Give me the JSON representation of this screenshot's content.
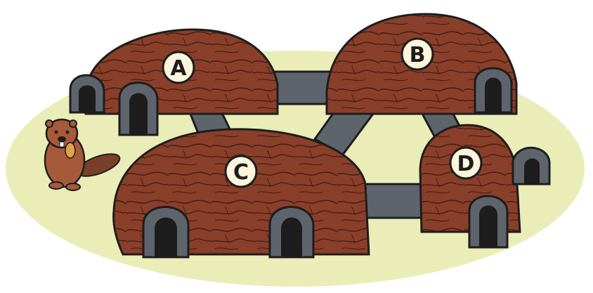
{
  "lodges": [
    {
      "id": "lodge-a",
      "label": "A"
    },
    {
      "id": "lodge-b",
      "label": "B"
    },
    {
      "id": "lodge-c",
      "label": "C"
    },
    {
      "id": "lodge-d",
      "label": "D"
    }
  ],
  "tunnels": [
    {
      "from": "A",
      "to": "B"
    },
    {
      "from": "A",
      "to": "C"
    },
    {
      "from": "B",
      "to": "C"
    },
    {
      "from": "B",
      "to": "D"
    },
    {
      "from": "C",
      "to": "D"
    }
  ],
  "colors": {
    "ground": "#eaedb8",
    "lodge": "#8a3f2a",
    "lodge_dark": "#6e2f1f",
    "bark_lines": "#3a1a10",
    "tunnel": "#5e646c",
    "tunnel_dark": "#3f444b",
    "label_bg": "#fbf6dc",
    "beaver": "#a65a3a"
  }
}
